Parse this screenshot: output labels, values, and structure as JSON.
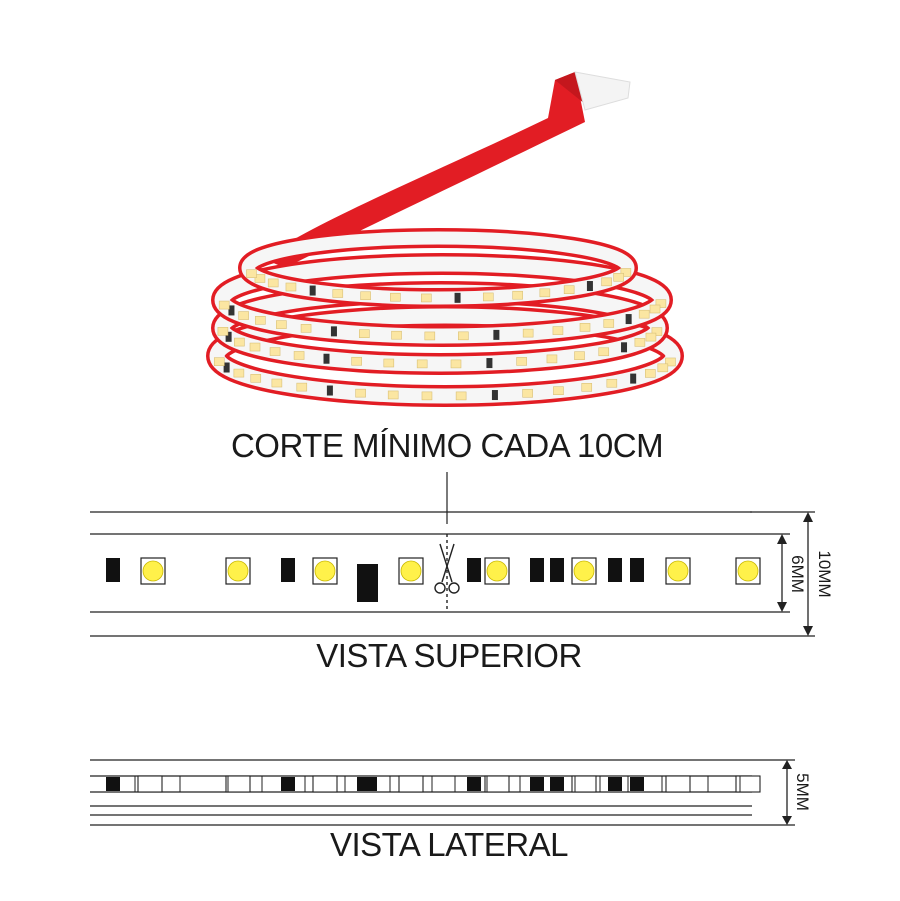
{
  "captions": {
    "cut_note": "CORTE MÍNIMO CADA 10CM",
    "top_view": "VISTA SUPERIOR",
    "side_view": "VISTA LATERAL"
  },
  "dimensions": {
    "outer_width": "10MM",
    "inner_width": "6MM",
    "height": "5MM"
  },
  "icons": {
    "cut_marker": "scissors-icon",
    "product": "led-strip-reel-image"
  },
  "colors": {
    "backing_tape": "#e21d24",
    "led_yellow": "#fff14a",
    "ink": "#111111",
    "tube": "#f2f2f2"
  }
}
